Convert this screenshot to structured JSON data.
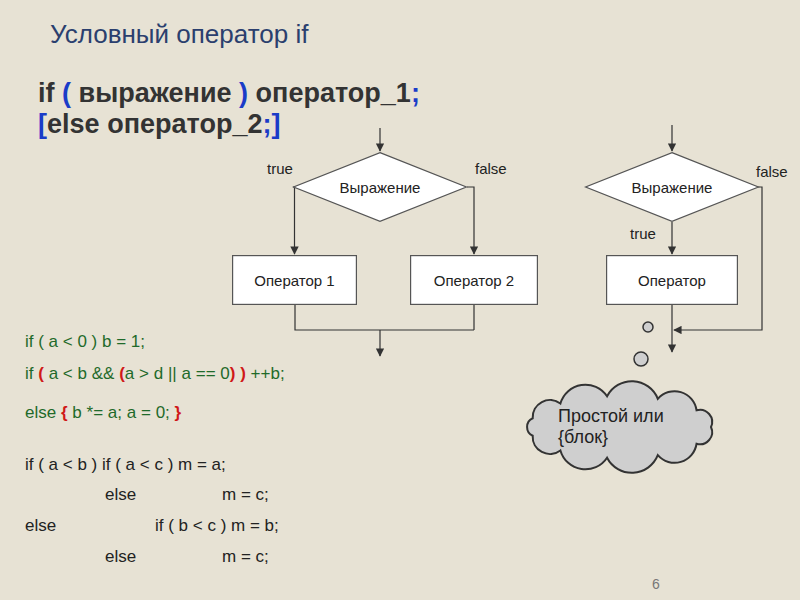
{
  "diagram": {
    "title": "Условный оператор if",
    "nodes": [
      {
        "text": [
          "Выражение"
        ]
      },
      {
        "text": [
          "Оператор 1"
        ]
      },
      {
        "text": [
          "Оператор 2"
        ]
      },
      {
        "text": [
          "Выражение"
        ]
      },
      {
        "text": [
          "Оператор"
        ]
      },
      {
        "text": [
          "Простой или {блок}"
        ]
      }
    ],
    "edges": [
      {
        "from": 0,
        "to": 1,
        "label": "true",
        "arrow": "to"
      },
      {
        "from": 0,
        "to": 2,
        "label": "false",
        "arrow": "to"
      },
      {
        "from": 3,
        "to": 4,
        "label": "true",
        "arrow": "to"
      }
    ],
    "labels": [
      "if ( выражение ) оператор_1;",
      "[else оператор_2;]",
      "if ( a < 0 ) b = 1;",
      "if ( a < b && (a > d || a == 0) ) ++b;",
      "else { b *= a; a = 0; }",
      "if ( a < b ) if ( a < c ) m = a;",
      "else",
      "m = c;",
      "else",
      "if ( b < c ) m = b;",
      "else",
      "m = c;",
      "false",
      "6"
    ]
  }
}
